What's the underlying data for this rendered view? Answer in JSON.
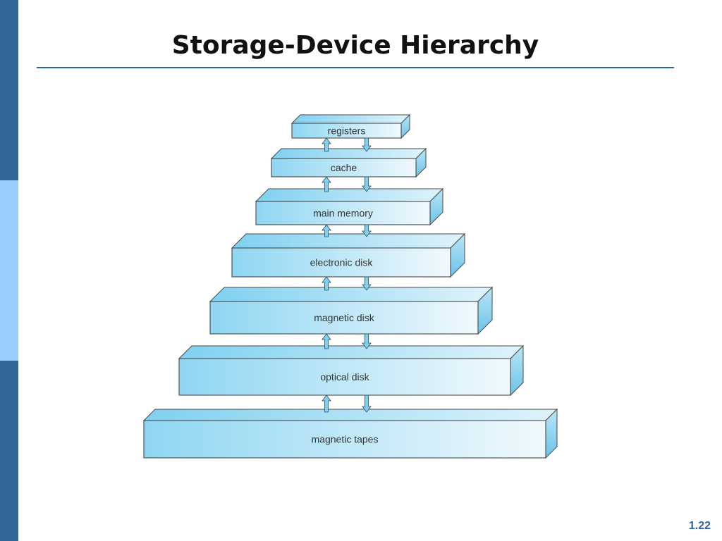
{
  "slide": {
    "title": "Storage-Device Hierarchy",
    "number": "1.22"
  },
  "hierarchy": {
    "levels": [
      {
        "label": "registers"
      },
      {
        "label": "cache"
      },
      {
        "label": "main memory"
      },
      {
        "label": "electronic disk"
      },
      {
        "label": "magnetic disk"
      },
      {
        "label": "optical disk"
      },
      {
        "label": "magnetic tapes"
      }
    ]
  },
  "colors": {
    "sidebar_dark": "#336699",
    "sidebar_light": "#99ccff",
    "box_gradient_start": "#8fd6f2",
    "box_gradient_end": "#f0f9fd",
    "box_top_face": "#a9e0f6",
    "box_side_face": "#7fcbeb",
    "arrow_fill": "#7fd0f0"
  }
}
